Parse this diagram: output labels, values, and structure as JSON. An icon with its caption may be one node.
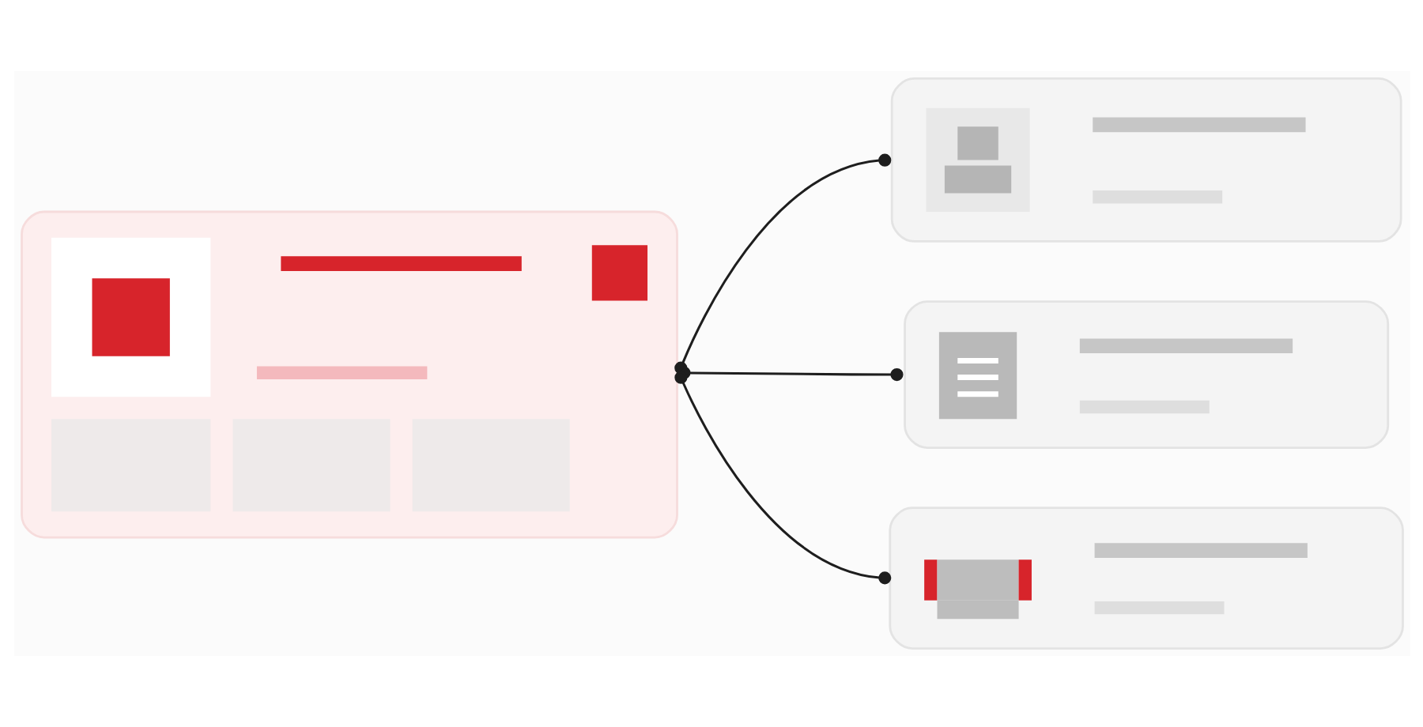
{
  "diagram": {
    "nodes": [
      {
        "text": [],
        "shape": "box"
      },
      {
        "text": [],
        "shape": "box"
      },
      {
        "text": [],
        "shape": "box"
      },
      {
        "text": [],
        "shape": "box"
      }
    ],
    "edges": [
      {
        "from": 0,
        "to": 1,
        "arrow": "other"
      },
      {
        "from": 0,
        "to": 2,
        "arrow": "other"
      },
      {
        "from": 0,
        "to": 3,
        "arrow": "other"
      }
    ]
  }
}
